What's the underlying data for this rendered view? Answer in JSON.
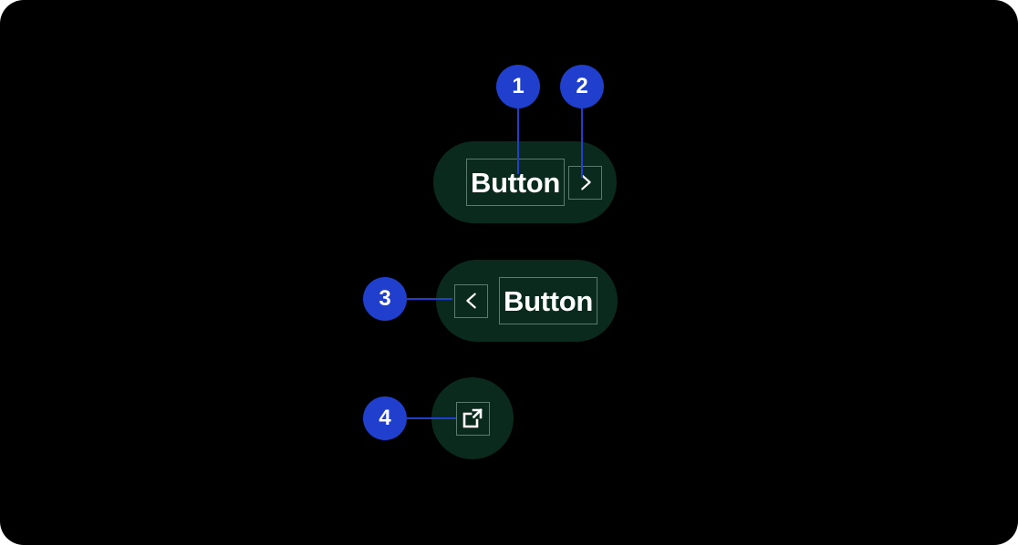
{
  "page": {
    "background_color": "#000000",
    "corner_radius": "26px"
  },
  "theme": {
    "button_surface": "#0a2a1e",
    "marker_blue": "#1f3fcc",
    "annotation_outline": "#5c7a6e",
    "label_color": "#ffffff"
  },
  "components": [
    {
      "id": "button-with-trailing-chevron",
      "shape": "pill",
      "label": "Button",
      "icon": "chevron-right-icon",
      "icon_position": "trailing"
    },
    {
      "id": "button-with-leading-chevron",
      "shape": "pill",
      "label": "Button",
      "icon": "chevron-left-icon",
      "icon_position": "leading"
    },
    {
      "id": "icon-only-button",
      "shape": "circle",
      "label": "",
      "icon": "external-link-icon",
      "icon_position": "only"
    }
  ],
  "callouts": [
    {
      "number": "1",
      "target": "button-label-row1",
      "connector": "vertical"
    },
    {
      "number": "2",
      "target": "chevron-right-icon",
      "connector": "vertical"
    },
    {
      "number": "3",
      "target": "chevron-left-icon",
      "connector": "horizontal"
    },
    {
      "number": "4",
      "target": "external-link-icon",
      "connector": "horizontal"
    }
  ]
}
